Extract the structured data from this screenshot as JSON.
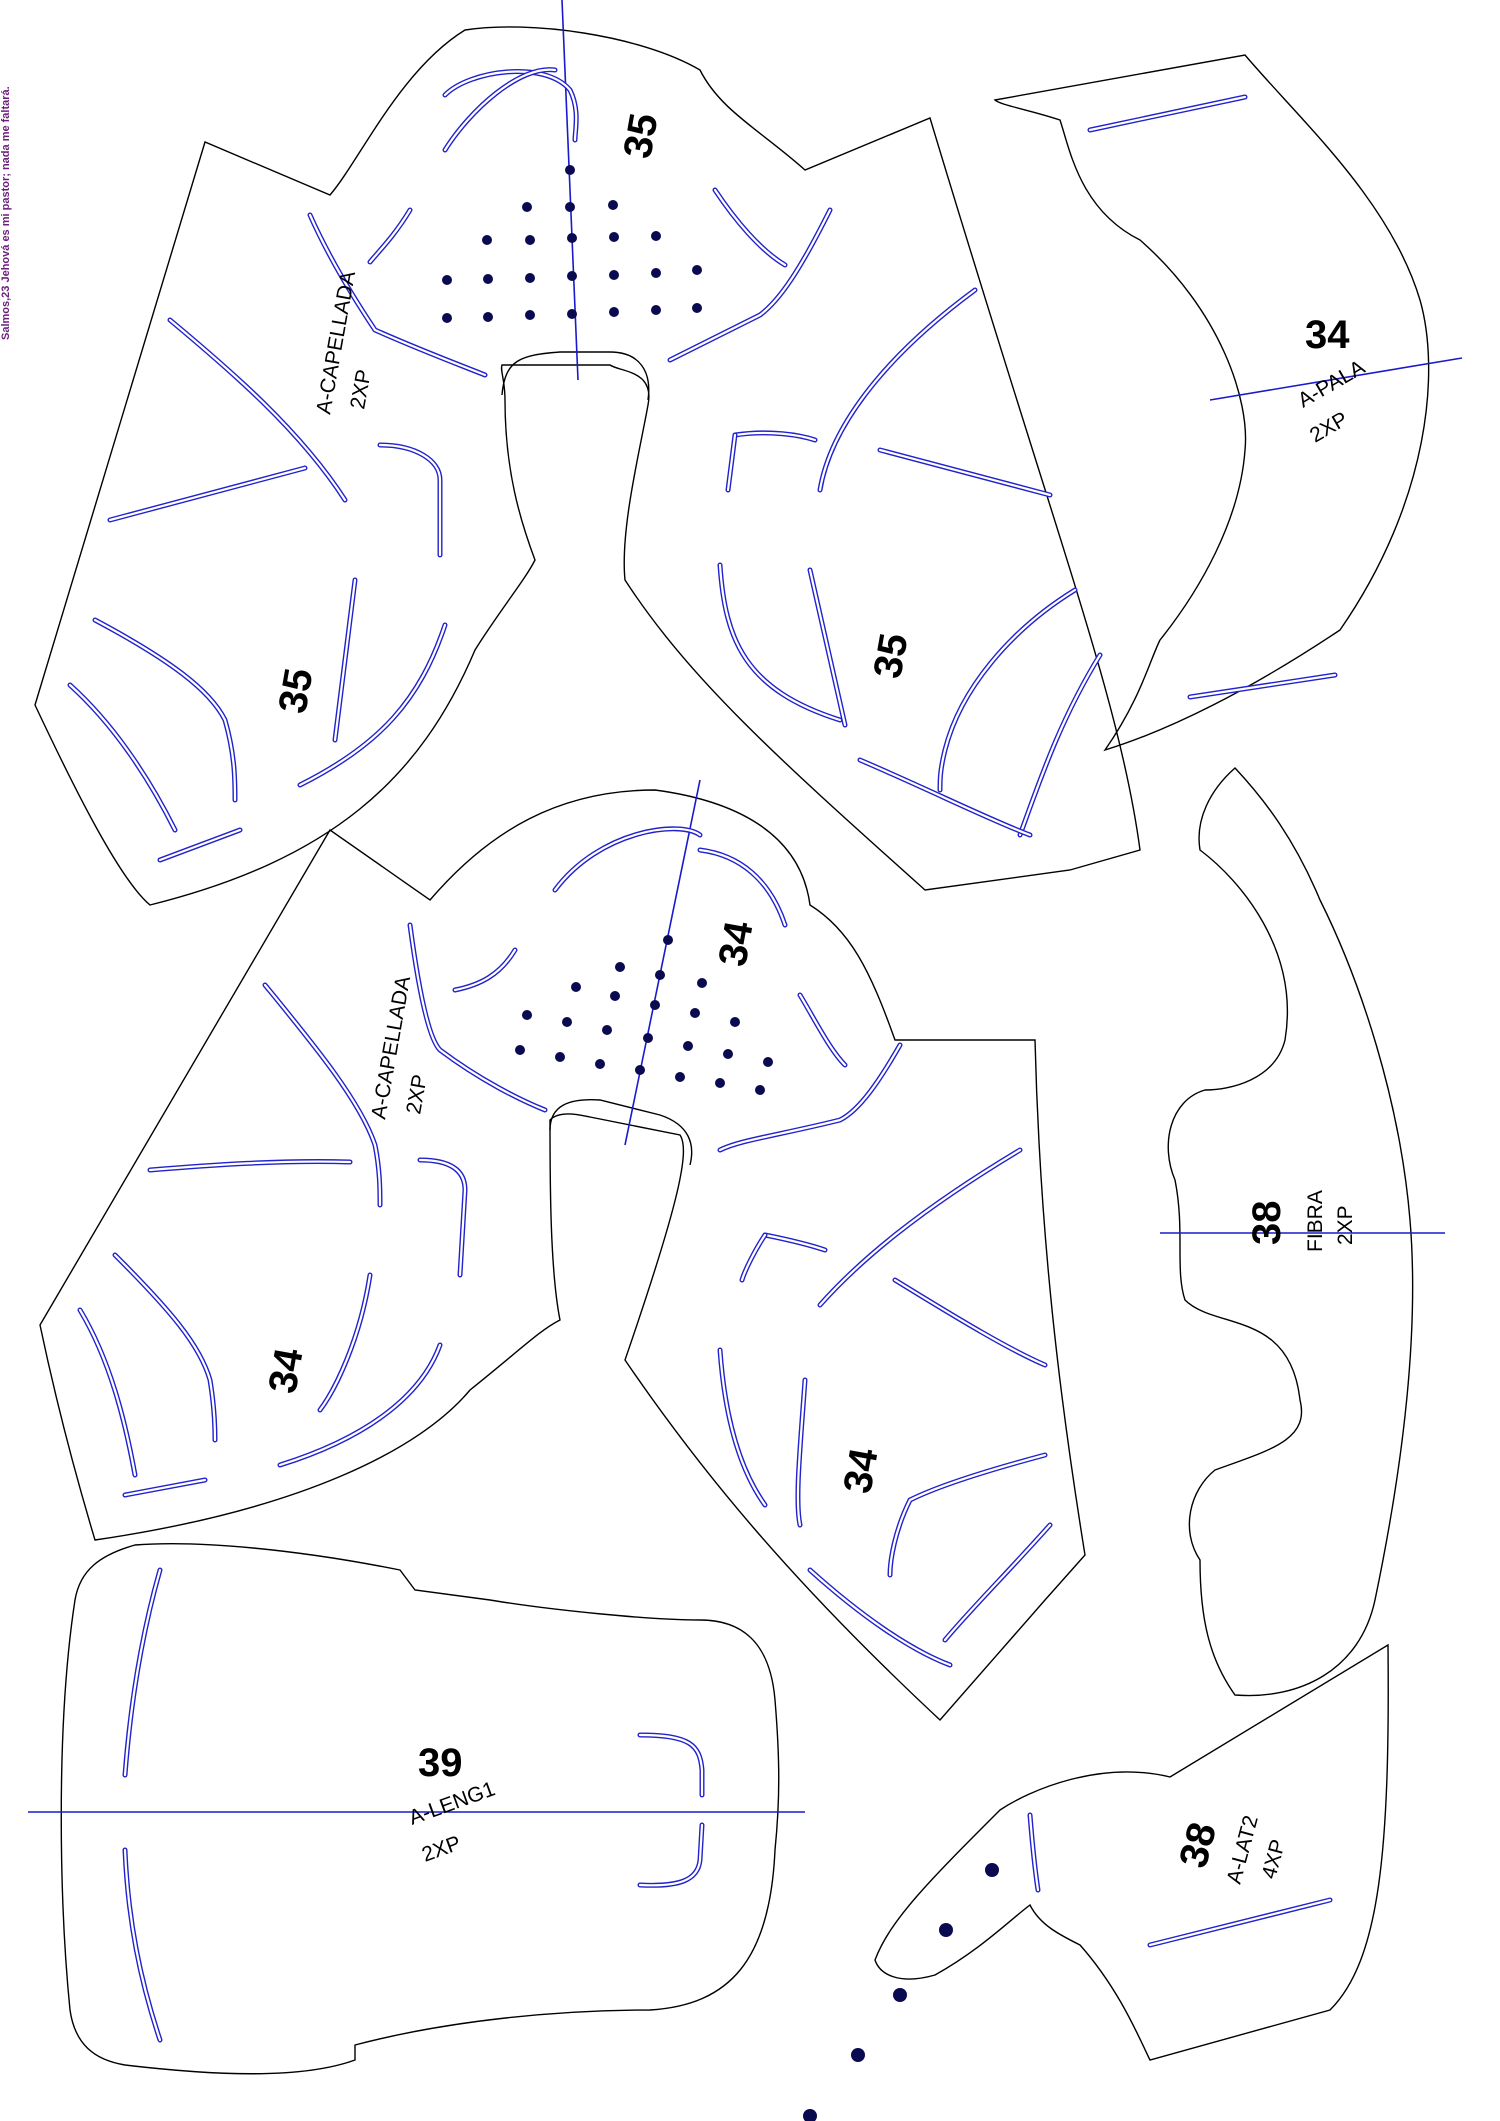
{
  "header": {
    "side_note": "Salmos,23 Jehová es mi pastor; nada me faltará."
  },
  "colors": {
    "cut_line": "#000000",
    "seam_line": "#2222cc",
    "punch_dot": "#0a0a50",
    "side_note": "#6a1f7a"
  },
  "pieces": {
    "capellada_35": {
      "size_top": "35",
      "size_left": "35",
      "size_right": "35",
      "name": "A-CAPELLADA",
      "qty": "2XP"
    },
    "capellada_34": {
      "size_top": "34",
      "size_left": "34",
      "size_right": "34",
      "name": "A-CAPELLADA",
      "qty": "2XP"
    },
    "pala": {
      "size": "34",
      "name": "A-PALA",
      "qty": "2XP"
    },
    "fibra": {
      "size": "38",
      "name": "FIBRA",
      "qty": "2XP"
    },
    "leng1": {
      "size": "39",
      "name": "A-LENG1",
      "qty": "2XP"
    },
    "lat2": {
      "size": "38",
      "name": "A-LAT2",
      "qty": "4XP"
    }
  }
}
